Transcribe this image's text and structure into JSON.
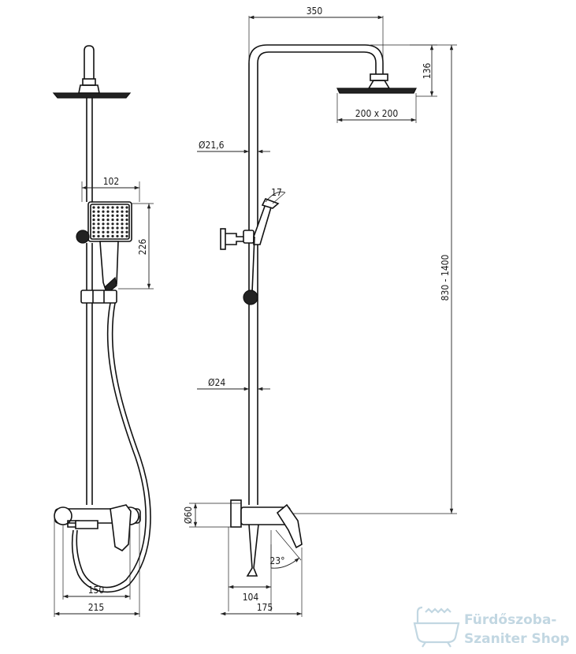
{
  "dimensions": {
    "arm_length": "350",
    "head_drop": "136",
    "head_size": "200 x 200",
    "arm_diameter": "Ø21,6",
    "handshower_width": "102",
    "handshower_angle": "17",
    "handshower_height": "226",
    "height_range": "830 - 1400",
    "column_diameter": "Ø24",
    "mixer_diameter": "Ø60",
    "mixer_angle": "23°",
    "depth_104": "104",
    "depth_175": "175",
    "spacing_150": "150",
    "width_215": "215"
  },
  "watermark": {
    "line1": "Fürdőszoba-",
    "line2": "Szaniter Shop",
    "icon": "bathtub-icon"
  }
}
